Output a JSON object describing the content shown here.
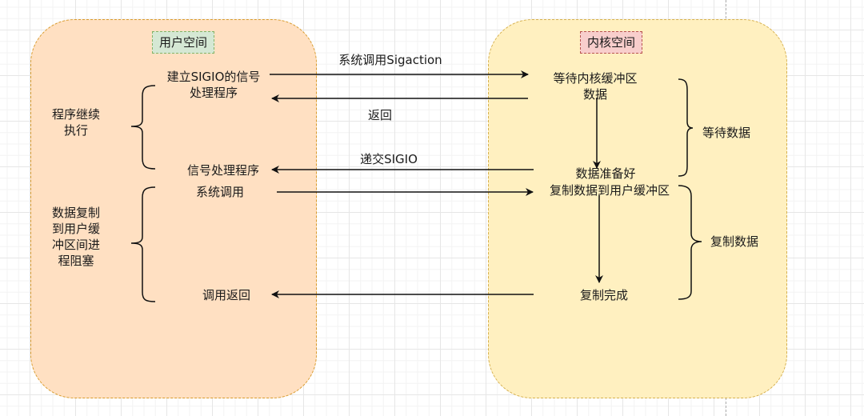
{
  "user_space": {
    "title": "用户空间",
    "steps": {
      "setup_line1": "建立SIGIO的信号",
      "setup_line2": "处理程序",
      "signal_handler": "信号处理程序",
      "syscall": "系统调用",
      "call_return": "调用返回"
    },
    "phases": {
      "continue_line1": "程序继续",
      "continue_line2": "执行",
      "blocked_line1": "数据复制",
      "blocked_line2": "到用户缓",
      "blocked_line3": "冲区间进",
      "blocked_line4": "程阻塞"
    }
  },
  "kernel_space": {
    "title": "内核空间",
    "steps": {
      "wait_line1": "等待内核缓冲区",
      "wait_line2": "数据",
      "data_ready": "数据准备好",
      "copy_data": "复制数据到用户缓冲区",
      "copy_done": "复制完成"
    },
    "phases": {
      "wait_data": "等待数据",
      "copy_data": "复制数据"
    }
  },
  "arrows": {
    "sigaction": "系统调用Sigaction",
    "return": "返回",
    "deliver_sigio": "递交SIGIO"
  },
  "colors": {
    "user_fill": "#ffe0c2",
    "kernel_fill": "#fff0c0",
    "user_tag": "#d5e8d4",
    "kernel_tag": "#f8cecc"
  }
}
